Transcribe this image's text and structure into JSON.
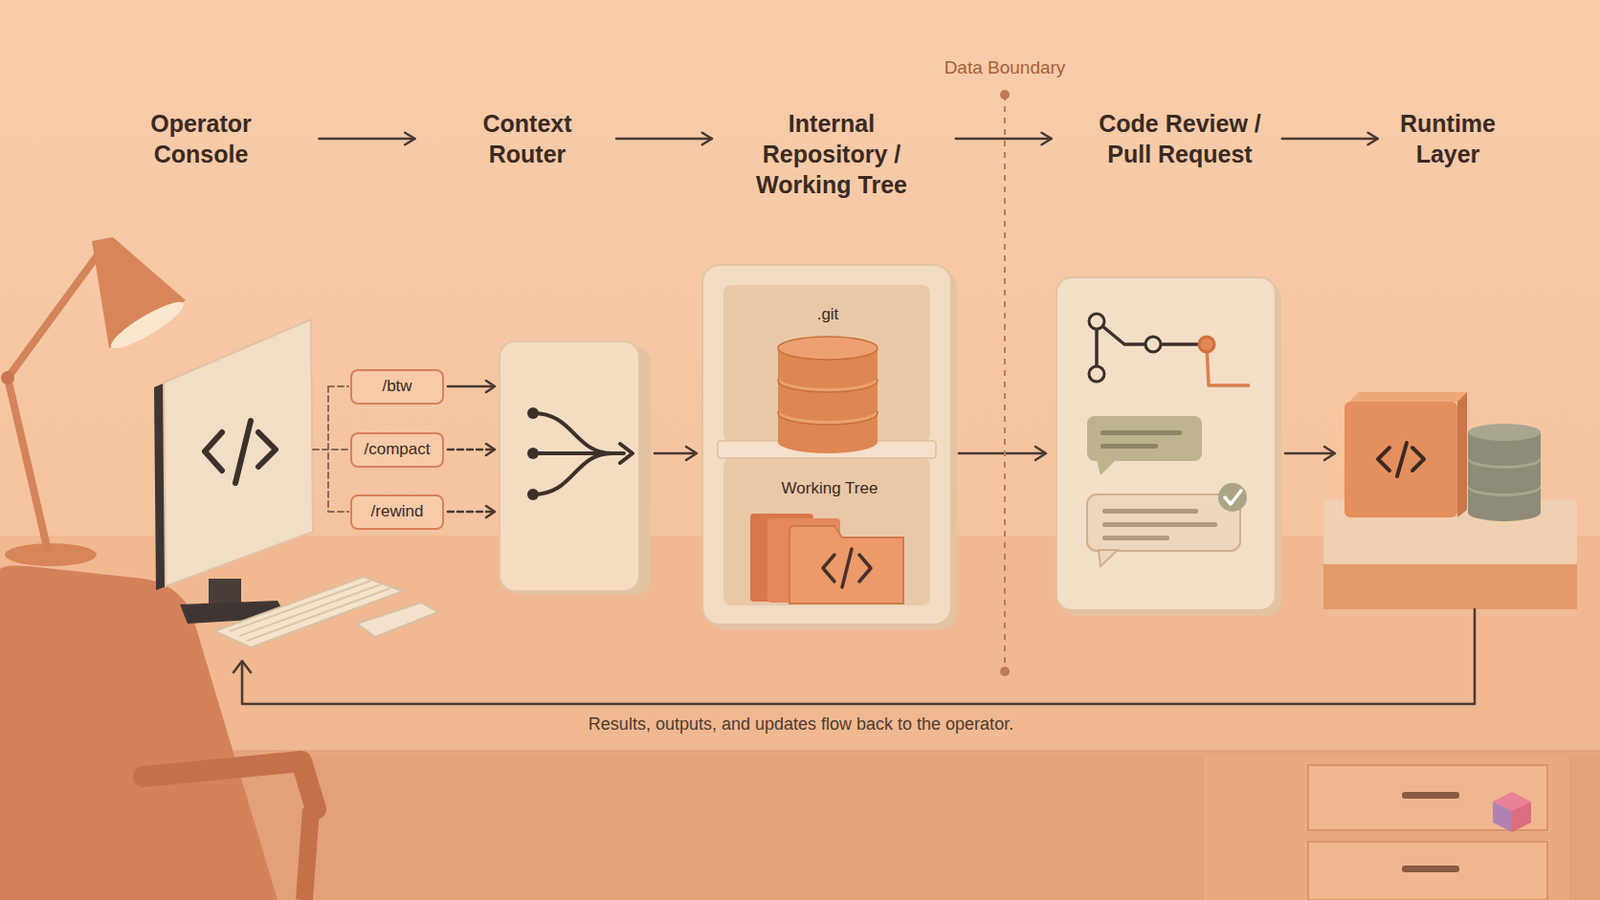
{
  "diagram": {
    "nodes": [
      {
        "text": [
          "Operator Console"
        ]
      },
      {
        "text": [
          "Context Router"
        ]
      },
      {
        "text": [
          "Internal Repository / Working Tree"
        ]
      },
      {
        "text": [
          "Code Review / Pull Request"
        ]
      },
      {
        "text": [
          "Runtime Layer"
        ]
      },
      {
        "text": [
          "/btw"
        ]
      },
      {
        "text": [
          "/compact"
        ]
      },
      {
        "text": [
          "/rewind"
        ]
      },
      {
        "text": [
          ".git",
          "Working Tree"
        ]
      }
    ],
    "edges": [
      {
        "from": 0,
        "to": 1,
        "arrow": "to"
      },
      {
        "from": 1,
        "to": 2,
        "arrow": "to"
      },
      {
        "from": 2,
        "to": 3,
        "arrow": "to"
      },
      {
        "from": 3,
        "to": 4,
        "arrow": "to"
      }
    ],
    "labels": [
      "Data Boundary",
      "Results, outputs, and updates flow back to the operator."
    ]
  }
}
